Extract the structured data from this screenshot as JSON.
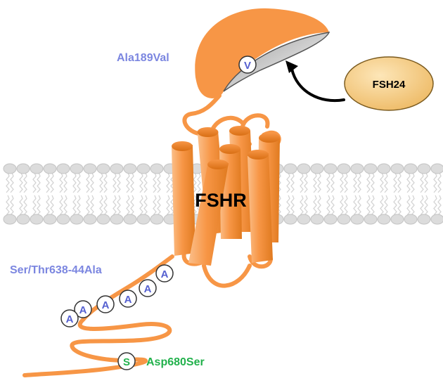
{
  "labels": {
    "receptor": "FSHR",
    "ligand": "FSH24",
    "ecd_variant": "Ala189Val",
    "ecd_residue": "V",
    "ctail_variant": "Ser/Thr638-44Ala",
    "ctail_residues": [
      "A",
      "A",
      "A",
      "A",
      "A",
      "A"
    ],
    "ctail2_variant": "Asp680Ser",
    "ctail2_residue": "S"
  },
  "colors": {
    "receptor": "#f79646",
    "receptor_light": "#fbbf8a",
    "receptor_dark": "#e07a1f",
    "ligand": "#f6cf8c",
    "variant_blue": "#7b86e0",
    "variant_green": "#22b14c",
    "membrane_head": "#dcdcdc",
    "arrow": "#000000"
  },
  "icons": {
    "arrow": "curved-arrow",
    "membrane": "lipid-bilayer"
  }
}
